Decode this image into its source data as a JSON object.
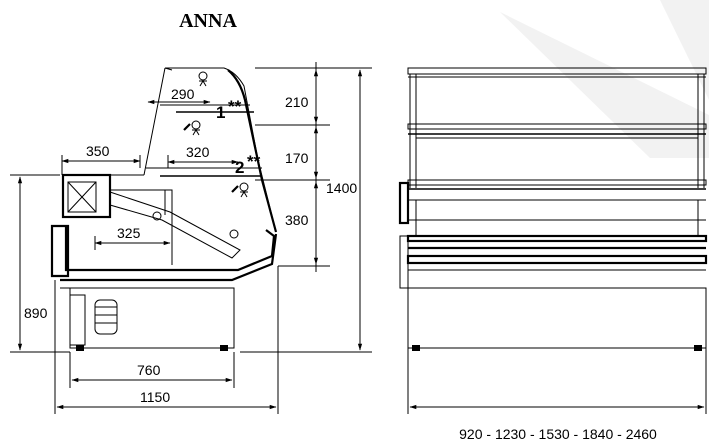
{
  "title": "ANNA",
  "shelves": [
    {
      "number": "1",
      "suffix": "**"
    },
    {
      "number": "2",
      "suffix": "**"
    }
  ],
  "side_view": {
    "dims": {
      "shelf1_depth": "290",
      "shelf2_depth": "320",
      "top_depth": "350",
      "lower_depth": "325",
      "height_upper": "210",
      "height_middle": "170",
      "height_lower": "380",
      "total_height": "1400",
      "counter_height": "890",
      "inner_width": "760",
      "total_depth": "1150"
    }
  },
  "front_view": {
    "length_options": "920 - 1230 - 1530 - 1840 - 2460"
  },
  "colors": {
    "line": "#000000",
    "background": "#ffffff",
    "watermark": "#f2f2f2"
  },
  "icons": [
    "lamp-icon",
    "lamp-icon",
    "lamp-icon",
    "lamp-icon",
    "compressor-icon"
  ]
}
